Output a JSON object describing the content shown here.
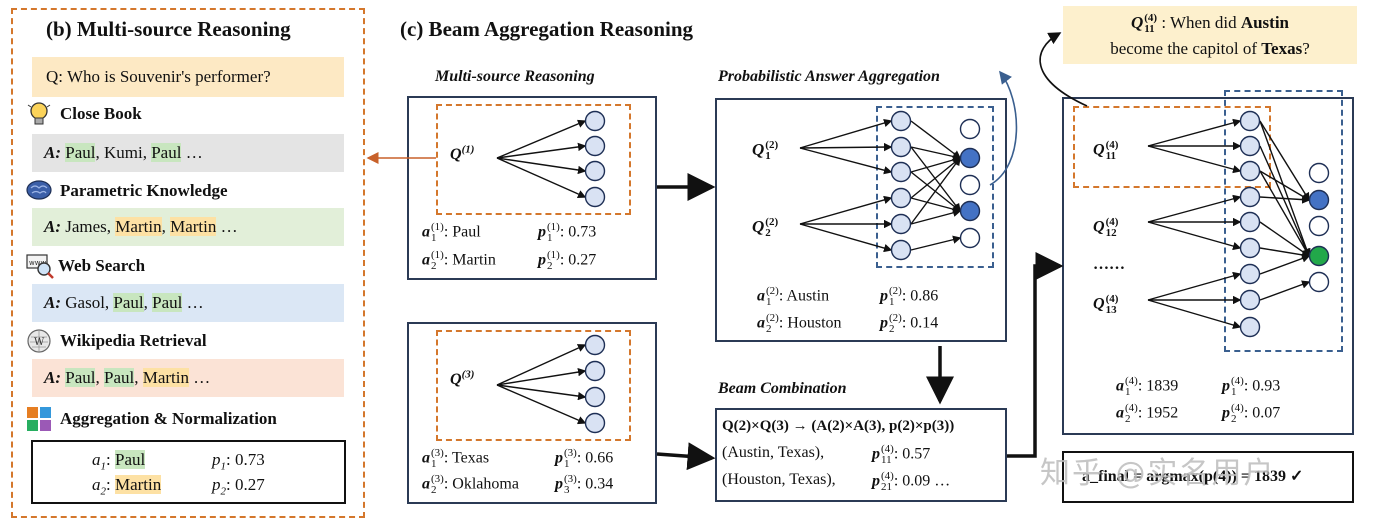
{
  "panel_b": {
    "title": "(b) Multi-source Reasoning",
    "question": "Q: Who is Souvenir's performer?",
    "sources": [
      {
        "title": "Close Book",
        "icon": "lightbulb-icon",
        "answers": [
          "Paul",
          "Kumi",
          "Paul",
          "…"
        ],
        "bg": "#e4e4e4"
      },
      {
        "title": "Parametric Knowledge",
        "icon": "brain-icon",
        "answers": [
          "James",
          "Martin",
          "Martin",
          "…"
        ],
        "bg": "#e2efd9"
      },
      {
        "title": "Web Search",
        "icon": "web-search-icon",
        "answers": [
          "Gasol",
          "Paul",
          "Paul",
          "…"
        ],
        "bg": "#dbe7f5"
      },
      {
        "title": "Wikipedia Retrieval",
        "icon": "wikipedia-icon",
        "answers": [
          "Paul",
          "Paul",
          "Martin",
          "…"
        ],
        "bg": "#fbe3d6"
      }
    ],
    "answer_prefix": "A:",
    "aggregation_title": "Aggregation & Normalization",
    "aggregation": [
      {
        "a": "a",
        "i": "1",
        "ans": "Paul",
        "p_label": "p",
        "p": "0.73"
      },
      {
        "a": "a",
        "i": "2",
        "ans": "Martin",
        "p_label": "p",
        "p": "0.27"
      }
    ]
  },
  "panel_c": {
    "title": "(c) Beam Aggregation Reasoning",
    "multi_source_label": "Multi-source Reasoning",
    "prob_agg_label": "Probabilistic Answer Aggregation",
    "beam_comb_label": "Beam Combination",
    "box1": {
      "q": "Q",
      "q_sup": "(1)",
      "rows": [
        {
          "a_sub": "1",
          "a_sup": "(1)",
          "ans": "Paul",
          "p_sub": "1",
          "p_sup": "(1)",
          "p": "0.73"
        },
        {
          "a_sub": "2",
          "a_sup": "(1)",
          "ans": "Martin",
          "p_sub": "2",
          "p_sup": "(1)",
          "p": "0.27"
        }
      ]
    },
    "box3": {
      "q": "Q",
      "q_sup": "(3)",
      "rows": [
        {
          "a_sub": "1",
          "a_sup": "(3)",
          "ans": "Texas",
          "p_sub": "1",
          "p_sup": "(3)",
          "p": "0.66"
        },
        {
          "a_sub": "2",
          "a_sup": "(3)",
          "ans": "Oklahoma",
          "p_sub": "3",
          "p_sup": "(3)",
          "p": "0.34"
        }
      ]
    },
    "box2": {
      "q1": {
        "sub": "1",
        "sup": "(2)"
      },
      "q2": {
        "sub": "2",
        "sup": "(2)"
      },
      "rows": [
        {
          "a_sub": "1",
          "a_sup": "(2)",
          "ans": "Austin",
          "p_sub": "1",
          "p_sup": "(2)",
          "p": "0.86"
        },
        {
          "a_sub": "2",
          "a_sup": "(2)",
          "ans": "Houston",
          "p_sub": "2",
          "p_sup": "(2)",
          "p": "0.14"
        }
      ]
    },
    "beam": {
      "formula": "Q(2)×Q(3) → (A(2)×A(3), p(2)×p(3))",
      "rows": [
        {
          "pair": "(Austin, Texas),",
          "p_sub": "11",
          "p_sup": "(4)",
          "p": "0.57"
        },
        {
          "pair": "(Houston, Texas),",
          "p_sub": "21",
          "p_sup": "(4)",
          "p": "0.09 …"
        }
      ]
    },
    "box4": {
      "queries": [
        {
          "sub": "11",
          "sup": "(4)"
        },
        {
          "sub": "12",
          "sup": "(4)"
        },
        {
          "sub": "13",
          "sup": "(4)"
        }
      ],
      "ellipsis": "……",
      "rows": [
        {
          "a_sub": "1",
          "a_sup": "(4)",
          "ans": "1839",
          "p_sub": "1",
          "p_sup": "(4)",
          "p": "0.93"
        },
        {
          "a_sub": "2",
          "a_sup": "(4)",
          "ans": "1952",
          "p_sub": "2",
          "p_sup": "(4)",
          "p": "0.07"
        }
      ]
    },
    "callout": {
      "q_sub": "11",
      "q_sup": "(4)",
      "line1_pre": ": When did ",
      "line1_bold": "Austin",
      "line2_pre": "become the capitol of ",
      "line2_bold": "Texas",
      "line2_post": "?"
    },
    "final": "a_final = argmax(p(4)) = 1839 ✓"
  },
  "watermark": "知乎 @实名用户",
  "colors": {
    "orange_dash": "#d4772c",
    "blue_dash": "#3a5f8f",
    "node_fill": "#d9e2f3",
    "node_selected": "#4472c4",
    "node_final": "#22a84a",
    "callout_bg": "#fdf0cd",
    "question_bg": "#fde9c4"
  }
}
